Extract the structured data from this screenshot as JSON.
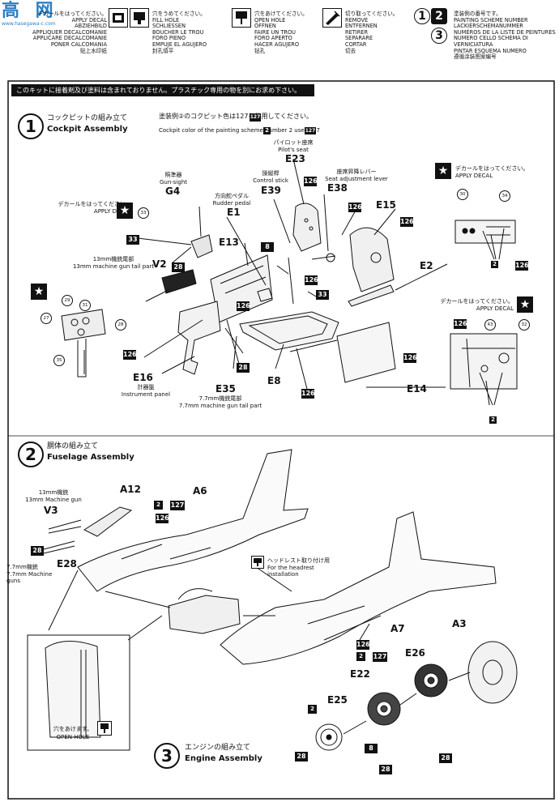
{
  "legend": [
    {
      "id": "apply-decal",
      "icon": "decal-icon",
      "lines": "デカールをはってください。\nAPPLY DECAL\nABZIEHBILD\nAPPLIQUER DECALCOMANIE\nAPPLICARE DECALCOMANIE\nPONER CALCOMANIA\n贴上水印纸"
    },
    {
      "id": "fill-hole",
      "icon": "fill-hole-icon",
      "lines": "穴をうめてください。\nFILL HOLE\nSCHLIESSEN\nBOUCHER LE TROU\nFORO PIENO\nEMPUJE EL AGUJERO\n封孔填平"
    },
    {
      "id": "open-hole",
      "icon": "open-hole-icon",
      "lines": "穴をあけてください。\nOPEN HOLE\nÖFFNEN\nFAIRE UN TROU\nFORO APERTO\nHACER AGUJERO\n钻孔"
    },
    {
      "id": "remove",
      "icon": "cut-icon",
      "lines": "切り取ってください。\nREMOVE\nENTFERNEN\nRETIRER\nSEPARARE\nCORTAR\n切去"
    },
    {
      "id": "scheme",
      "icon": "scheme-number-icon",
      "lines": "塗装例の番号です。\nPAINTING SCHEME NUMBER\nLACKIERSCHEMANUMMER\nNUMÉROS DE LA LISTE DE PEINTURES\nNUMERO CELLO SCHEMA DI VERNICIATURA\nPINTAR ESQUEMA NUMERO\n遵循涂装图案编号"
    }
  ],
  "scheme_icons": [
    "1",
    "2",
    "3"
  ],
  "warning": "このキットに接着剤及び塗料は含まれておりません。プラスチック専用の物を別にお求め下さい。",
  "watermark": {
    "big": "高 网",
    "small": "www.hasegawa-c.com"
  },
  "step1": {
    "number": "1",
    "jp": "コックピットの組み立て",
    "en": "Cockpit Assembly",
    "note_jp": "塗装例②のコクピット色は127を使用してください。",
    "note_en": "Cockpit color of the painting scheme number 2 uses 127",
    "note_scheme": "2",
    "note_color": "127",
    "labels": {
      "pilot_seat": "パイロット座席\nPilot's seat",
      "gun_sight": "照準器\nGun-sight",
      "control_stick": "操縦桿\nControl stick",
      "seat_adj": "座席昇降レバー\nSeat adjustment lever",
      "rudder": "方向舵ペダル\nRudder pedal",
      "gun13": "13mm機銃尾部\n13mm machine gun tail part",
      "instrument": "計器盤\nInstrument panel",
      "gun77": "7.7mm機銃尾部\n7.7mm machine gun tail part",
      "decal_left": "デカールをはってください。\nAPPLY DECAL",
      "decal_right_top": "デカールをはってください。\nAPPLY DECAL",
      "decal_right_bottom": "デカールをはってください。\nAPPLY DECAL"
    },
    "parts": {
      "E23": "E23",
      "G4": "G4",
      "E39": "E39",
      "E38": "E38",
      "E1": "E1",
      "E15": "E15",
      "E13": "E13",
      "V2": "V2",
      "E2": "E2",
      "E16": "E16",
      "E35": "E35",
      "E8": "E8",
      "E14": "E14"
    },
    "colors": {
      "c126": "126",
      "c8": "8",
      "c33": "33",
      "c28": "28",
      "c2": "2"
    },
    "decals": {
      "d27": "27",
      "d29": "29",
      "d31": "31",
      "d28": "28",
      "d35": "35",
      "d30": "30",
      "d34": "34",
      "d43": "43",
      "d32": "32"
    }
  },
  "step2": {
    "number": "2",
    "jp": "胴体の組み立て",
    "en": "Fuselage Assembly",
    "labels": {
      "gun13": "13mm機銃\n13mm Machine gun",
      "gun77": "7.7mm機銃\n7.7mm Machine\nguns",
      "headrest": "ヘッドレスト取り付け用\nFor the headrest\ninstallation",
      "open_hole_jp": "穴をあけます。",
      "open_hole_en": "OPEN HOLE"
    },
    "parts": {
      "A12": "A12",
      "A6": "A6",
      "V3": "V3",
      "E28": "E28",
      "A7": "A7"
    },
    "colors": {
      "c126": "126",
      "c127": "127",
      "c28": "28",
      "scheme": "2"
    }
  },
  "step3": {
    "number": "3",
    "jp": "エンジンの組み立て",
    "en": "Engine Assembly",
    "parts": {
      "A3": "A3",
      "E26": "E26",
      "E22": "E22",
      "E25": "E25"
    },
    "colors": {
      "c2": "2",
      "c28a": "28",
      "c8": "8",
      "c28b": "28",
      "c28c": "28"
    }
  }
}
